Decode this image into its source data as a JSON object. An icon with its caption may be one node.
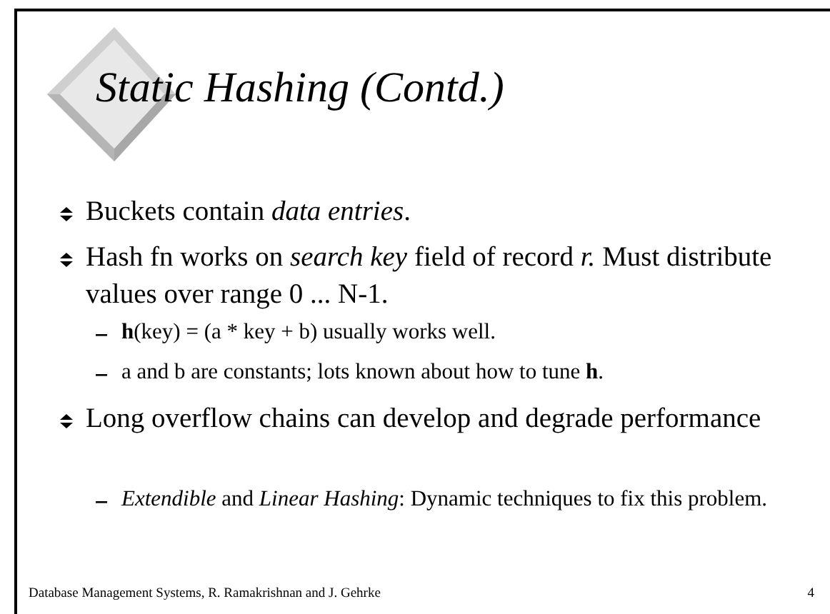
{
  "diagram": {
    "title": "Static Hashing (Contd.)",
    "labels": [
      "Buckets contain *data entries*.",
      "Hash fn works on *search key* field of record *r.*  Must distribute values over range 0 ... N-1.",
      "**h**(key) = (a * key + b) usually works well.",
      "a and b are constants;  lots known about how to tune **h**.",
      "Long overflow chains can develop and degrade performance",
      "*Extendible* and *Linear Hashing*: Dynamic techniques to fix this problem.",
      "Database Management Systems, R. Ramakrishnan and J. Gehrke",
      "4"
    ]
  }
}
